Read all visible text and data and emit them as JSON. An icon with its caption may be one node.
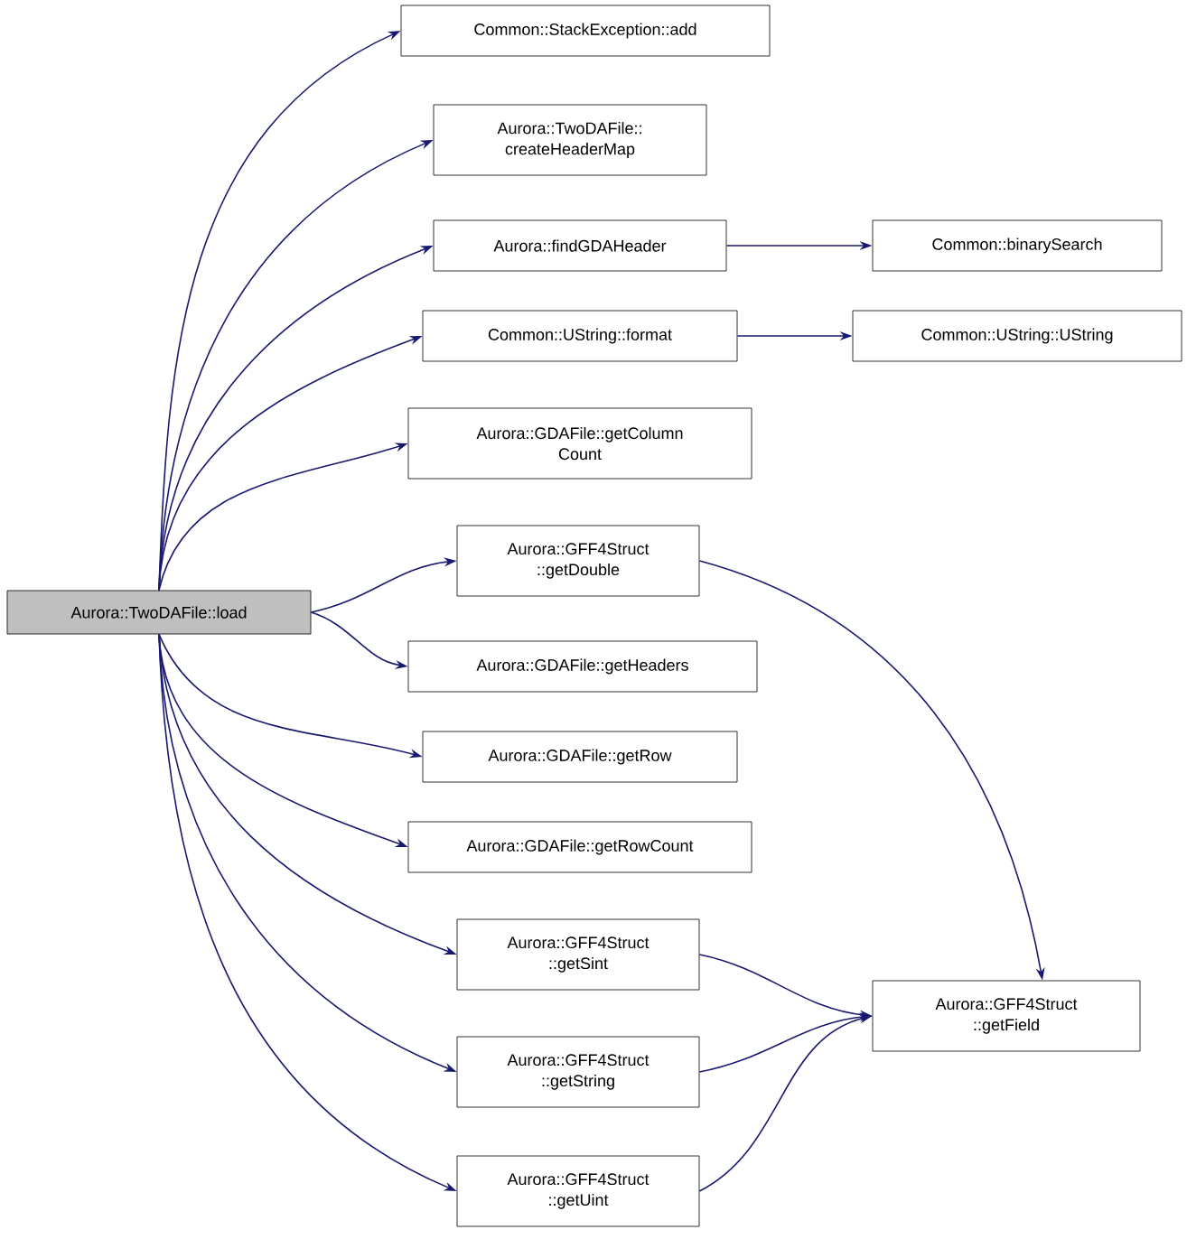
{
  "diagram": {
    "nodes": [
      {
        "text": [
          "Aurora::TwoDAFile::load"
        ]
      },
      {
        "text": [
          "Common::StackException::add"
        ]
      },
      {
        "text": [
          "Aurora::TwoDAFile:: createHeaderMap"
        ]
      },
      {
        "text": [
          "Aurora::findGDAHeader"
        ]
      },
      {
        "text": [
          "Common::binarySearch"
        ]
      },
      {
        "text": [
          "Common::UString::format"
        ]
      },
      {
        "text": [
          "Common::UString::UString"
        ]
      },
      {
        "text": [
          "Aurora::GDAFile::getColumn Count"
        ]
      },
      {
        "text": [
          "Aurora::GFF4Struct ::getDouble"
        ]
      },
      {
        "text": [
          "Aurora::GDAFile::getHeaders"
        ]
      },
      {
        "text": [
          "Aurora::GDAFile::getRow"
        ]
      },
      {
        "text": [
          "Aurora::GDAFile::getRowCount"
        ]
      },
      {
        "text": [
          "Aurora::GFF4Struct ::getSint"
        ]
      },
      {
        "text": [
          "Aurora::GFF4Struct ::getField"
        ]
      },
      {
        "text": [
          "Aurora::GFF4Struct ::getString"
        ]
      },
      {
        "text": [
          "Aurora::GFF4Struct ::getUint"
        ]
      }
    ],
    "edges": [
      {
        "from": 0,
        "to": 1,
        "arrow": "to"
      },
      {
        "from": 0,
        "to": 2,
        "arrow": "to"
      },
      {
        "from": 0,
        "to": 3,
        "arrow": "to"
      },
      {
        "from": 3,
        "to": 4,
        "arrow": "to"
      },
      {
        "from": 0,
        "to": 5,
        "arrow": "to"
      },
      {
        "from": 5,
        "to": 6,
        "arrow": "to"
      },
      {
        "from": 0,
        "to": 7,
        "arrow": "to"
      },
      {
        "from": 0,
        "to": 8,
        "arrow": "to"
      },
      {
        "from": 8,
        "to": 13,
        "arrow": "to"
      },
      {
        "from": 0,
        "to": 9,
        "arrow": "to"
      },
      {
        "from": 0,
        "to": 10,
        "arrow": "to"
      },
      {
        "from": 0,
        "to": 11,
        "arrow": "to"
      },
      {
        "from": 0,
        "to": 12,
        "arrow": "to"
      },
      {
        "from": 12,
        "to": 13,
        "arrow": "to"
      },
      {
        "from": 0,
        "to": 14,
        "arrow": "to"
      },
      {
        "from": 14,
        "to": 13,
        "arrow": "to"
      },
      {
        "from": 0,
        "to": 15,
        "arrow": "to"
      },
      {
        "from": 15,
        "to": 13,
        "arrow": "to"
      }
    ]
  }
}
